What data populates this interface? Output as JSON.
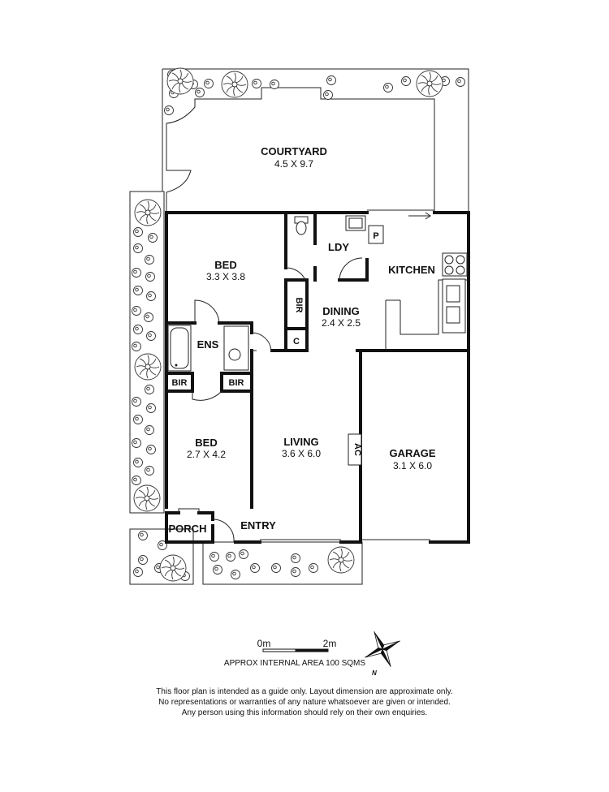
{
  "rooms": {
    "courtyard": {
      "label": "COURTYARD",
      "dim": "4.5 X 9.7"
    },
    "bed1": {
      "label": "BED",
      "dim": "3.3 X 3.8"
    },
    "bed2": {
      "label": "BED",
      "dim": "2.7 X 4.2"
    },
    "ldy": {
      "label": "LDY"
    },
    "pantry": {
      "label": "P"
    },
    "kitchen": {
      "label": "KITCHEN"
    },
    "dining": {
      "label": "DINING",
      "dim": "2.4 X 2.5"
    },
    "bir_dining": {
      "label": "BIR"
    },
    "cupboard": {
      "label": "C"
    },
    "ens": {
      "label": "ENS"
    },
    "bir_left": {
      "label": "BIR"
    },
    "bir_right": {
      "label": "BIR"
    },
    "living": {
      "label": "LIVING",
      "dim": "3.6 X 6.0"
    },
    "ac": {
      "label": "AC"
    },
    "garage": {
      "label": "GARAGE",
      "dim": "3.1 X 6.0"
    },
    "porch": {
      "label": "PORCH"
    },
    "entry": {
      "label": "ENTRY"
    }
  },
  "scale": {
    "start": "0m",
    "end": "2m"
  },
  "area": "APPROX INTERNAL AREA 100 SQMS",
  "compass": {
    "north_label": "N"
  },
  "disclaimer": [
    "This floor plan is intended as a guide only. Layout dimension are approximate only.",
    "No representations or warranties of any nature whatsoever are given or intended.",
    "Any person using this information should rely on their own enquiries."
  ]
}
